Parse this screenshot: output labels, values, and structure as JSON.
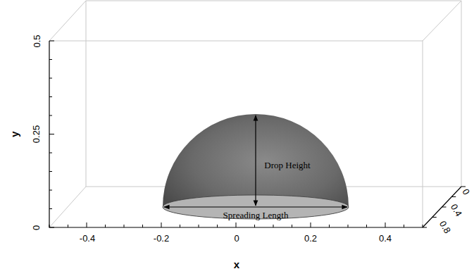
{
  "diagram": {
    "labels": [
      "0.5",
      "0.25",
      "0",
      "y",
      "-0.4",
      "-0.2",
      "0",
      "0.2",
      "0.4",
      "x",
      "0",
      "0.4",
      "0.8",
      "Drop Height",
      "Spreading Length"
    ]
  }
}
